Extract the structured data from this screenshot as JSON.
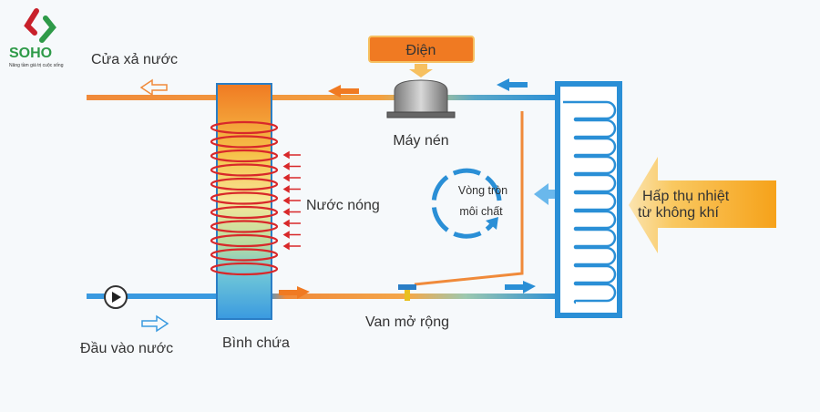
{
  "logo": {
    "brand": "SOHO",
    "tagline": "Nâng tầm giá trị cuộc sống"
  },
  "labels": {
    "water_outlet": "Cửa xả nước",
    "water_inlet": "Đầu vào nước",
    "tank": "Bình chứa",
    "hot_water": "Nước nóng",
    "electricity": "Điện",
    "compressor": "Máy nén",
    "expansion_valve": "Van mở rộng",
    "refrigerant_cycle_line1": "Vòng tròn",
    "refrigerant_cycle_line2": "môi chất",
    "absorb_heat_line1": "Hấp thụ nhiệt",
    "absorb_heat_line2": "từ không khí"
  },
  "colors": {
    "hot": "#f07a22",
    "cold": "#2a8fd6",
    "accent": "#f6a21a",
    "logo_red": "#c8202a",
    "logo_green": "#2e9a48"
  }
}
